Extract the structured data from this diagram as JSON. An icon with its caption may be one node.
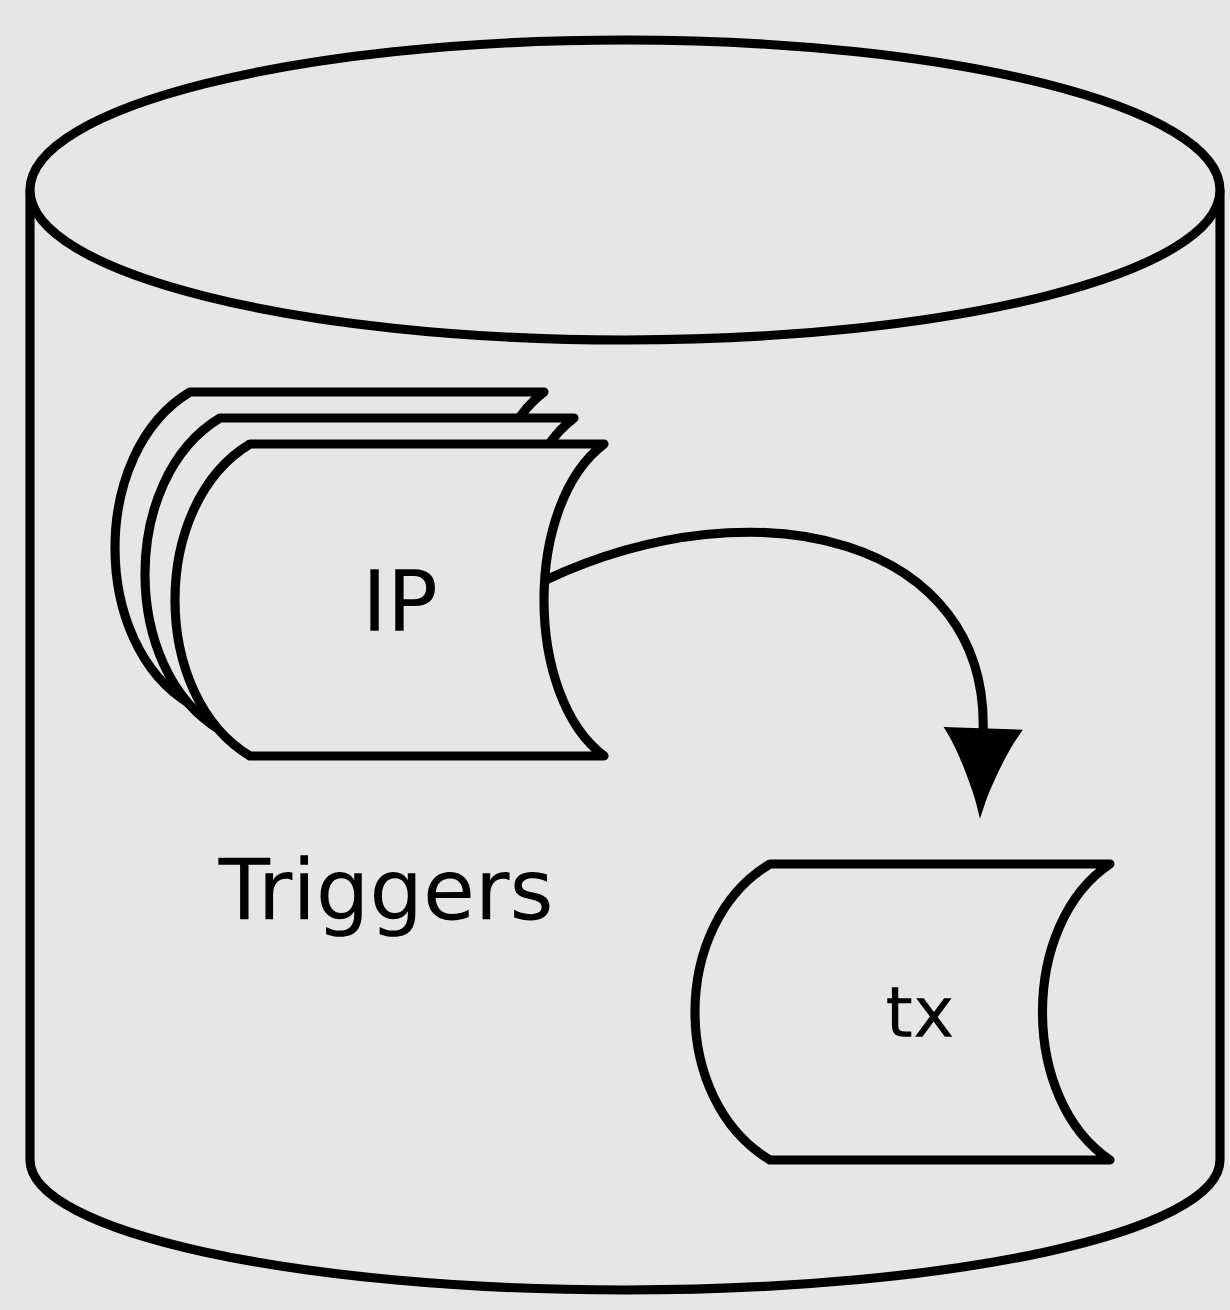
{
  "diagram": {
    "nodes": [
      {
        "text": [
          "Triggers"
        ]
      },
      {
        "text": [
          "IP"
        ],
        "in": 0
      },
      {
        "text": [
          "tx"
        ],
        "in": 0
      }
    ],
    "edges": [
      {
        "from": 1,
        "to": 2,
        "arrow": "to"
      }
    ]
  }
}
